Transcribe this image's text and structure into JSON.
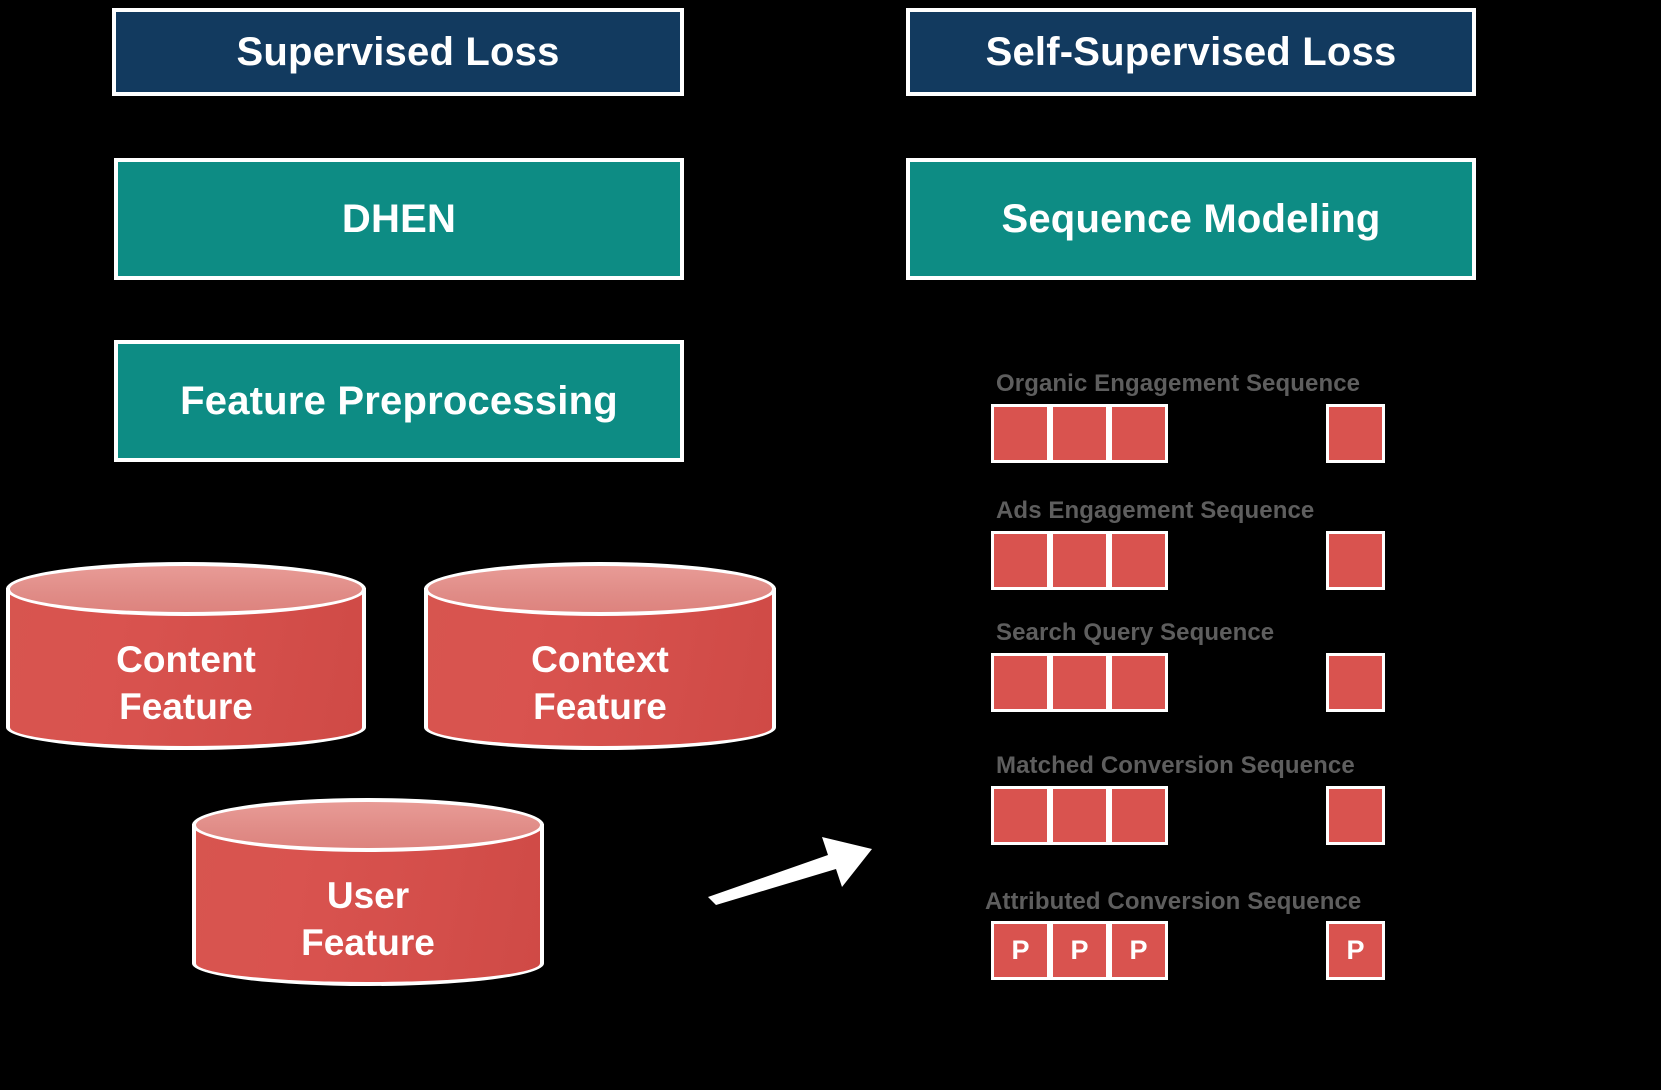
{
  "diagram": {
    "title_left": "Supervised Loss",
    "title_right": "Self-Supervised Loss",
    "colors": {
      "loss_box": "#123A5F",
      "stage_box": "#0D8C84",
      "data_red": "#d9534f",
      "cylinder_top": "#e08c87",
      "label_grey": "#5e5e5e",
      "background": "#000000",
      "outline": "#ffffff"
    }
  },
  "left_column": {
    "loss_box": {
      "label": "Supervised Loss"
    },
    "stages": [
      {
        "label": "DHEN"
      },
      {
        "label": "Feature Preprocessing"
      }
    ],
    "feature_stores": [
      {
        "line1": "Content",
        "line2": "Feature"
      },
      {
        "line1": "Context",
        "line2": "Feature"
      },
      {
        "line1": "User",
        "line2": "Feature"
      }
    ]
  },
  "connector": {
    "arrow_name": "flow-arrow",
    "direction": "up-right"
  },
  "right_column": {
    "loss_box": {
      "label": "Self-Supervised Loss"
    },
    "stages": [
      {
        "label": "Sequence Modeling"
      }
    ],
    "sequences": [
      {
        "label": "Organic Engagement Sequence",
        "cells": [
          "",
          "",
          ""
        ],
        "target_cell": ""
      },
      {
        "label": "Ads Engagement Sequence",
        "cells": [
          "",
          "",
          ""
        ],
        "target_cell": ""
      },
      {
        "label": "Search Query Sequence",
        "cells": [
          "",
          "",
          ""
        ],
        "target_cell": ""
      },
      {
        "label": "Matched Conversion Sequence",
        "cells": [
          "",
          "",
          ""
        ],
        "target_cell": ""
      },
      {
        "label": "Attributed Conversion Sequence",
        "cells": [
          "P",
          "P",
          "P"
        ],
        "target_cell": "P"
      }
    ]
  }
}
